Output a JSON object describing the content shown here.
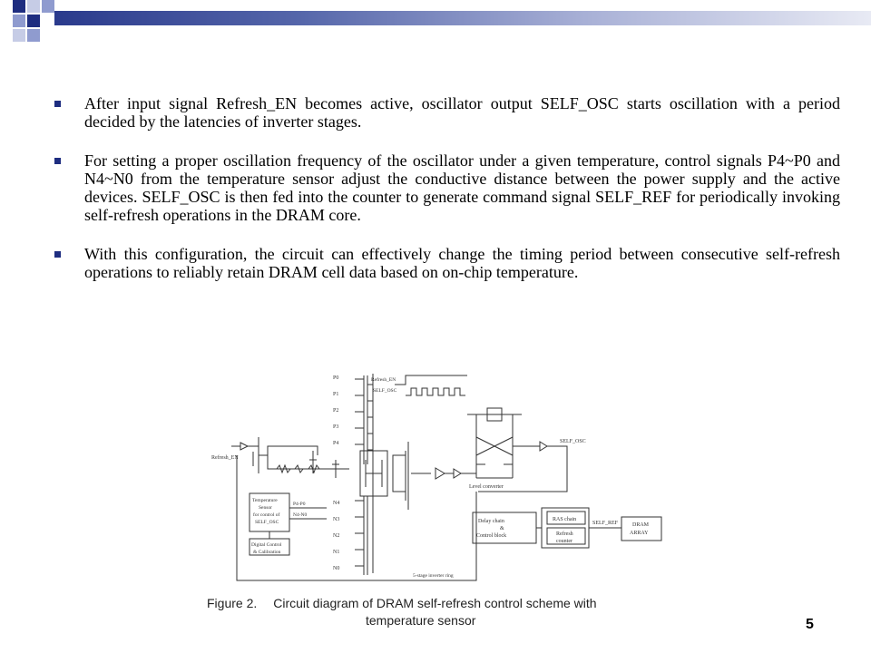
{
  "bullets": [
    "After input signal Refresh_EN becomes active, oscillator output SELF_OSC starts oscillation with a period decided by the latencies of inverter stages.",
    "For setting a proper oscillation frequency of the oscillator under a given temperature, control signals P4~P0 and N4~N0 from the temperature sensor adjust the conductive distance between the power supply and the active devices. SELF_OSC is then fed into the counter to generate command signal SELF_REF for periodically invoking self-refresh operations in the DRAM core.",
    "With this configuration, the circuit can effectively change the timing period between consecutive self-refresh operations to reliably retain DRAM cell data based on on-chip temperature."
  ],
  "figure": {
    "caption_label": "Figure 2.",
    "caption_line1": "Circuit diagram of DRAM self-refresh control scheme with",
    "caption_line2": "temperature sensor",
    "labels": {
      "p0": "P0",
      "p1": "P1",
      "p2": "P2",
      "p3": "P3",
      "p4": "P4",
      "n0": "N0",
      "n1": "N1",
      "n2": "N2",
      "n3": "N3",
      "n4": "N4",
      "refresh_en_wave": "Refresh_EN",
      "self_osc_wave": "SELF_OSC",
      "refresh_en_in": "Refresh_EN",
      "self_osc_out": "SELF_OSC",
      "sensor_l1": "Temperature",
      "sensor_l2": "Sensor",
      "sensor_l3": "for control of",
      "sensor_l4": "SELF_OSC",
      "p_bus": "P4-P0",
      "n_bus": "N4-N0",
      "dig_l1": "Digital Control",
      "dig_l2": "& Calibration",
      "level_converter": "Level converter",
      "delay_l1": "Delay chain",
      "delay_l2": "&",
      "delay_l3": "Control block",
      "ras_chain": "RAS chain",
      "refresh_l1": "Refresh",
      "refresh_l2": "counter",
      "self_ref": "SELF_REF",
      "dram_l1": "DRAM",
      "dram_l2": "ARRAY",
      "stage_inv": "5-stage inverter ring"
    }
  },
  "page_number": "5"
}
